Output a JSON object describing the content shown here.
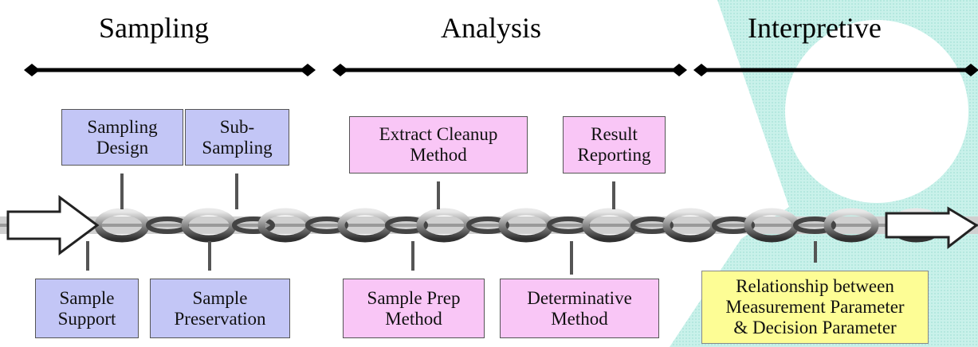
{
  "phases": {
    "sampling": "Sampling",
    "analysis": "Analysis",
    "interpretive": "Interpretive"
  },
  "steps": {
    "sampling_design": "Sampling\nDesign",
    "sub_sampling": "Sub-\nSampling",
    "sample_support": "Sample\nSupport",
    "sample_preservation": "Sample\nPreservation",
    "extract_cleanup": "Extract Cleanup\nMethod",
    "result_reporting": "Result\nReporting",
    "sample_prep": "Sample Prep\nMethod",
    "determinative": "Determinative\nMethod",
    "relationship": "Relationship between\nMeasurement Parameter\n& Decision Parameter"
  },
  "colors": {
    "sampling_box": "#c3c6f6",
    "analysis_box": "#f9c6f6",
    "interpretive_box": "#fdfd95",
    "background_shape": "#c8f0ea"
  }
}
